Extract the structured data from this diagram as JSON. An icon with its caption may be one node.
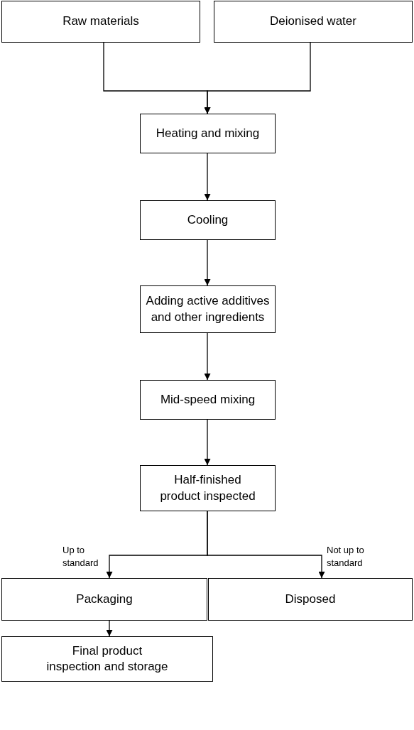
{
  "diagram": {
    "nodes": [
      {
        "text": [
          "Raw materials"
        ]
      },
      {
        "text": [
          "Deionised water"
        ]
      },
      {
        "text": [
          "Heating and mixing"
        ]
      },
      {
        "text": [
          "Cooling"
        ]
      },
      {
        "text": [
          "Adding active additives and other ingredients"
        ]
      },
      {
        "text": [
          "Mid-speed mixing"
        ]
      },
      {
        "text": [
          "Half-finished product inspected"
        ]
      },
      {
        "text": [
          "Packaging"
        ]
      },
      {
        "text": [
          "Disposed"
        ]
      },
      {
        "text": [
          "Final product inspection and storage"
        ]
      }
    ],
    "edges": [
      {
        "from": 0,
        "to": 2,
        "arrow": "to"
      },
      {
        "from": 1,
        "to": 2,
        "arrow": "to"
      },
      {
        "from": 2,
        "to": 3,
        "arrow": "to"
      },
      {
        "from": 3,
        "to": 4,
        "arrow": "to"
      },
      {
        "from": 4,
        "to": 5,
        "arrow": "to"
      },
      {
        "from": 5,
        "to": 6,
        "arrow": "to"
      },
      {
        "from": 6,
        "to": 7,
        "label": "Up to standard",
        "arrow": "to"
      },
      {
        "from": 6,
        "to": 8,
        "label": "Not up to standard",
        "arrow": "to"
      },
      {
        "from": 7,
        "to": 9,
        "arrow": "to"
      }
    ]
  }
}
